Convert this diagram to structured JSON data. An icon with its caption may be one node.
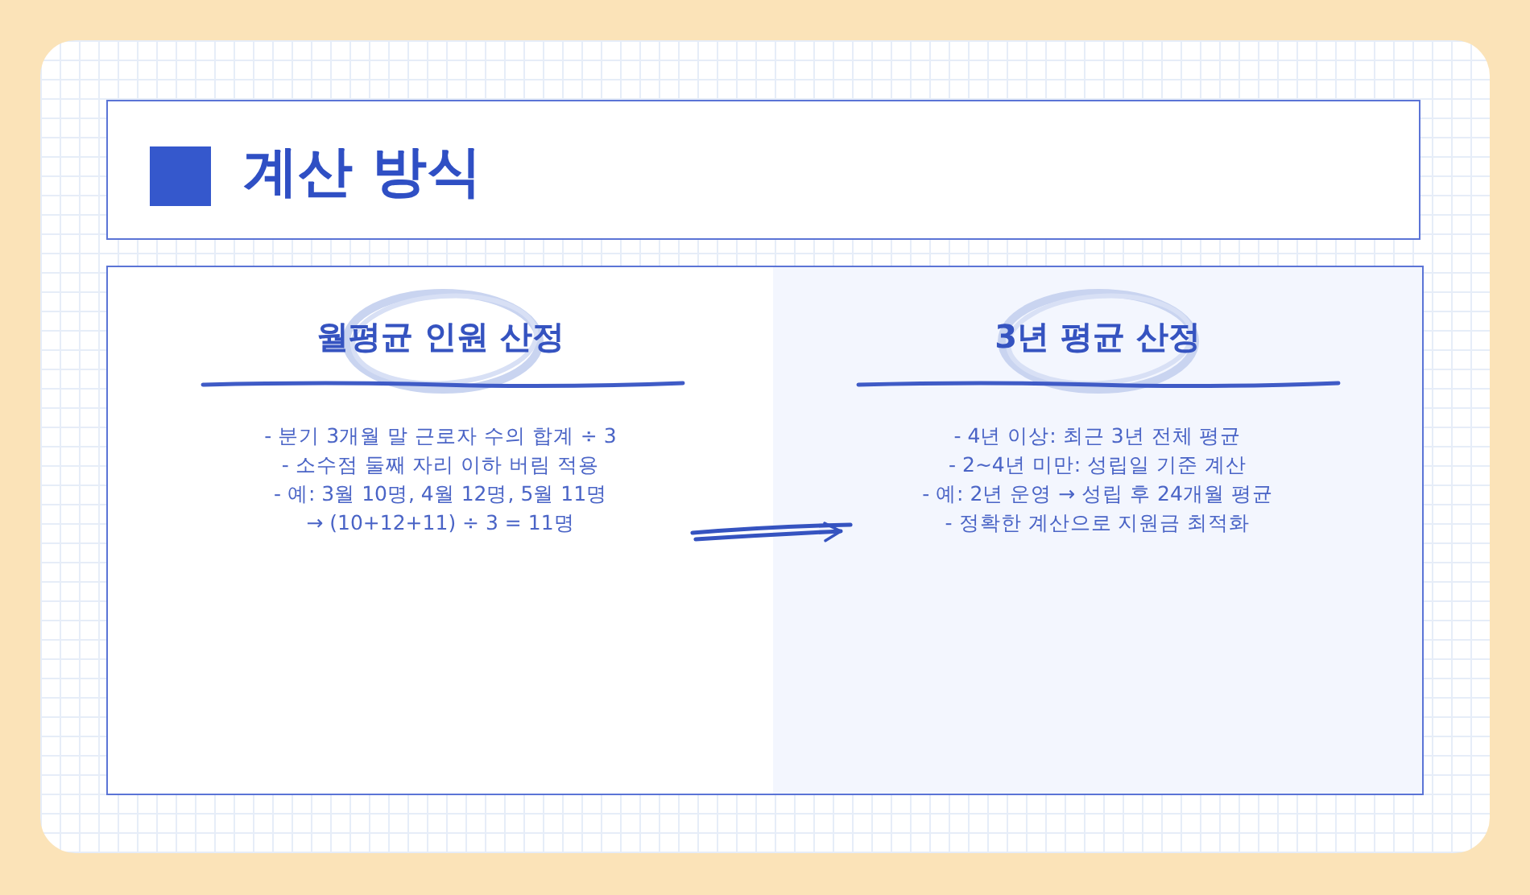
{
  "diagram": {
    "title": "계산 방식",
    "nodes": [
      {
        "text": [
          "월평균 인원 산정",
          "- 분기 3개월 말 근로자 수의 합계 ÷ 3",
          "- 소수점 둘째 자리 이하 버림 적용",
          "- 예: 3월 10명, 4월 12명, 5월 11명",
          "→ (10+12+11) ÷ 3 = 11명"
        ]
      },
      {
        "text": [
          "3년 평균 산정",
          "- 4년 이상: 최근 3년 전체 평균",
          "- 2~4년 미만: 성립일 기준 계산",
          "- 예: 2년 운영 → 성립 후 24개월 평균",
          "- 정확한 계산으로 지원금 최적화"
        ]
      }
    ],
    "edges": [
      {
        "from": 0,
        "to": 1,
        "arrow": "to"
      }
    ]
  }
}
